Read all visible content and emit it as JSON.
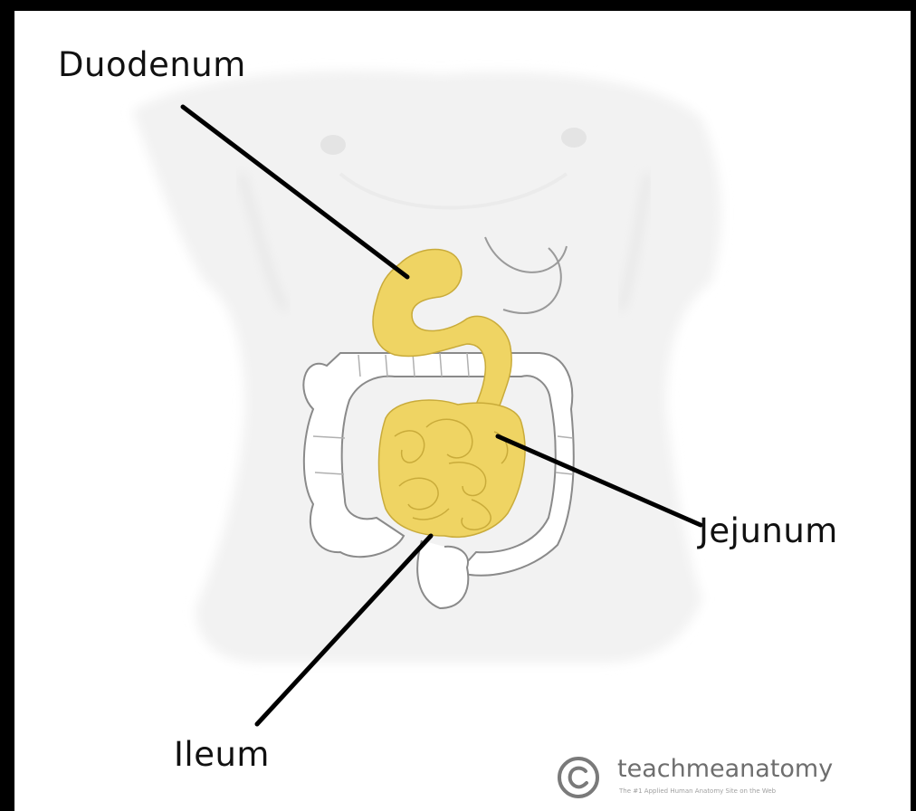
{
  "labels": {
    "duodenum": "Duodenum",
    "jejunum": "Jejunum",
    "ileum": "Ileum"
  },
  "watermark": {
    "name": "teachmeanatomy",
    "tagline": "The #1 Applied Human Anatomy Site on the Web"
  },
  "colors": {
    "small_intestine": "#efd463",
    "small_intestine_outline": "#c9ab3a",
    "body_outline": "#dcdcdc",
    "large_intestine_fill": "#ffffff",
    "large_intestine_outline": "#8a8a8a",
    "leader_line": "#000000",
    "background": "#000000"
  },
  "icons": [
    "copyright-icon"
  ]
}
